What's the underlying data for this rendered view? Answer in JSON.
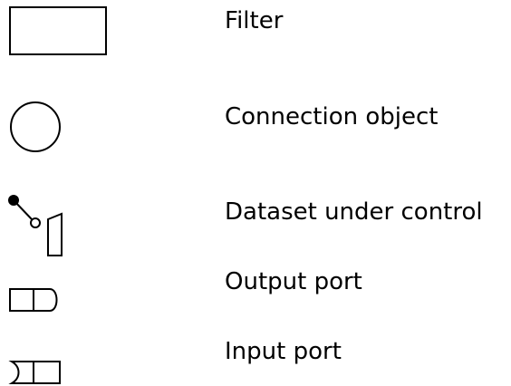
{
  "legend": {
    "items": [
      {
        "symbol": "rectangle",
        "label": "Filter"
      },
      {
        "symbol": "circle",
        "label": "Connection object"
      },
      {
        "symbol": "controlled-dataset",
        "label": "Dataset under control"
      },
      {
        "symbol": "output-port",
        "label": "Output port"
      },
      {
        "symbol": "input-port",
        "label": "Input port"
      }
    ]
  },
  "colors": {
    "stroke": "#000000",
    "background": "#ffffff"
  }
}
